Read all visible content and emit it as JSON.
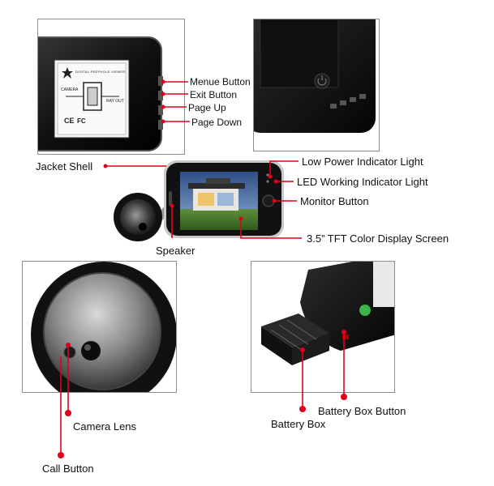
{
  "labels": {
    "menue_button": "Menue Button",
    "exit_button": "Exit Button",
    "page_up": "Page Up",
    "page_down": "Page Down",
    "jacket_shell": "Jacket Shell",
    "low_power_indicator": "Low Power Indicator Light",
    "led_working_indicator": "LED Working Indicator Light",
    "monitor_button": "Monitor Button",
    "speaker": "Speaker",
    "display_screen": "3.5” TFT Color Display Screen",
    "camera_lens": "Camera Lens",
    "call_button": "Call Button",
    "battery_box_button": "Battery Box Button",
    "battery_box": "Battery Box"
  },
  "rear_label": {
    "title": "DIGITAL PEEPHOLE VIEWER",
    "camera": "CAMERA",
    "ray_out": "RAY OUT",
    "ce": "CE",
    "fc": "FC"
  },
  "colors": {
    "pointer": "#e0001b",
    "device_black": "#151515",
    "panel_border": "#8c8c8c"
  }
}
